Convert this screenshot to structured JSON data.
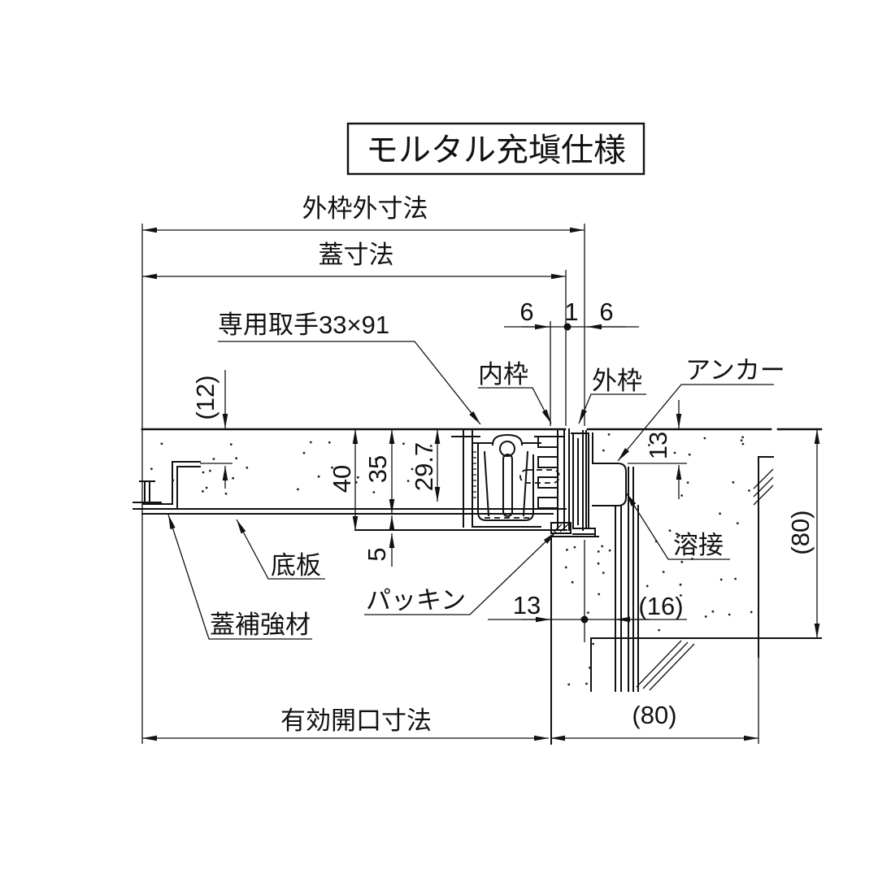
{
  "title": "モルタル充塡仕様",
  "labels": {
    "outer_frame_outer_dim": "外枠外寸法",
    "lid_dim": "蓋寸法",
    "handle": "専用取手33×91",
    "inner_frame": "内枠",
    "outer_frame": "外枠",
    "anchor": "アンカー",
    "weld": "溶接",
    "bottom_plate": "底板",
    "lid_reinforcement": "蓋補強材",
    "packing": "パッキン",
    "effective_opening_dim": "有効開口寸法"
  },
  "dimensions": {
    "gap_left": "6",
    "gap_center": "1",
    "gap_right": "6",
    "recess_depth": "(12)",
    "lid_height_total": "40",
    "lid_height_plate": "35",
    "lid_inner_depth": "29.7",
    "seat_gap": "5",
    "anchor_top_offset": "13",
    "frame_edge_offset": "13",
    "flatbar_offset": "(16)",
    "pocket_width": "(80)",
    "pocket_depth": "(80)"
  },
  "colors": {
    "line": "#111111",
    "background": "#ffffff"
  }
}
